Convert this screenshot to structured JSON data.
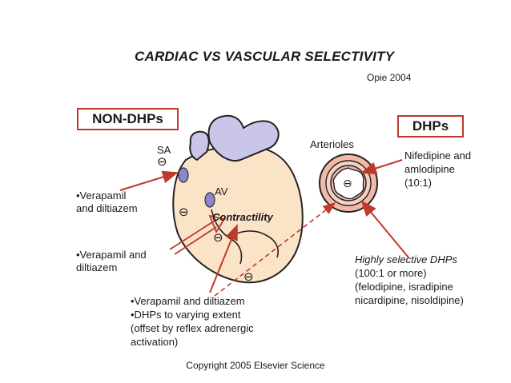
{
  "title": "CARDIAC VS VASCULAR SELECTIVITY",
  "citation": "Opie 2004",
  "left_box": "NON-DHPs",
  "right_box": "DHPs",
  "labels": {
    "sa": "SA",
    "av": "AV",
    "contractility": "Contractility",
    "arterioles": "Arterioles",
    "inhibit_symbol": "⊖"
  },
  "left_notes": {
    "note1": [
      "•Verapamil",
      "and diltiazem"
    ],
    "note2": [
      "•Verapamil and",
      "diltiazem"
    ]
  },
  "bottom_notes": [
    "•Verapamil and diltiazem",
    "•DHPs to varying extent",
    "(offset by reflex adrenergic",
    "activation)"
  ],
  "right_notes": {
    "nifedipine": [
      "Nifedipine and",
      "amlodipine",
      "(10:1)"
    ],
    "selective_title": "Highly selective DHPs",
    "selective_lines": [
      "(100:1 or more)",
      "(felodipine, isradipine",
      "nicardipine, nisoldipine)"
    ]
  },
  "copyright": "Copyright 2005 Elsevier Science",
  "colors": {
    "heart_fill": "#fbe3c8",
    "heart_stroke": "#222222",
    "vessel_fill": "#c9c6ea",
    "arrow_red": "#c0392b",
    "ring_pink": "#f2b8a8"
  }
}
